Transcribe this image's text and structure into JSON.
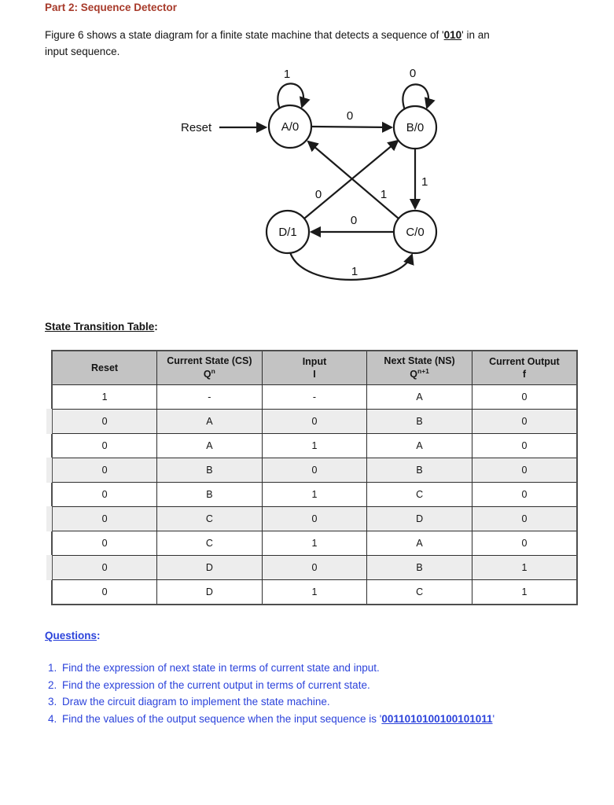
{
  "header": {
    "title": "Part 2: Sequence Detector"
  },
  "intro": {
    "line1_before": "Figure 6 shows a state diagram for a finite state machine that detects a sequence of '",
    "sequence": "010",
    "line1_after": "' in an",
    "line2": "input sequence."
  },
  "diagram": {
    "reset_label": "Reset",
    "states": {
      "a": "A/0",
      "b": "B/0",
      "c": "C/0",
      "d": "D/1"
    },
    "transitions": {
      "a_self": "1",
      "b_self": "0",
      "a_to_b": "0",
      "b_to_c": "1",
      "c_to_a": "1",
      "d_to_b": "0",
      "c_to_d": "0",
      "d_to_c": "1"
    }
  },
  "table": {
    "heading": "State Transition Table",
    "colon": ":",
    "headers": [
      {
        "top": "Reset",
        "bottom": "",
        "sup": ""
      },
      {
        "top": "Current State (CS)",
        "bottom": "Q",
        "sup": "n"
      },
      {
        "top": "Input",
        "bottom": "I",
        "sup": ""
      },
      {
        "top": "Next State (NS)",
        "bottom": "Q",
        "sup": "n+1"
      },
      {
        "top": "Current Output",
        "bottom": "f",
        "sup": ""
      }
    ],
    "rows": [
      [
        "1",
        "-",
        "-",
        "A",
        "0"
      ],
      [
        "0",
        "A",
        "0",
        "B",
        "0"
      ],
      [
        "0",
        "A",
        "1",
        "A",
        "0"
      ],
      [
        "0",
        "B",
        "0",
        "B",
        "0"
      ],
      [
        "0",
        "B",
        "1",
        "C",
        "0"
      ],
      [
        "0",
        "C",
        "0",
        "D",
        "0"
      ],
      [
        "0",
        "C",
        "1",
        "A",
        "0"
      ],
      [
        "0",
        "D",
        "0",
        "B",
        "1"
      ],
      [
        "0",
        "D",
        "1",
        "C",
        "1"
      ]
    ]
  },
  "questions": {
    "heading": "Questions",
    "colon": ":",
    "markers": [
      "1.",
      "2.",
      "3.",
      "4."
    ],
    "items": [
      "Find the expression of next state in terms of current state and input.",
      "Find the expression of the current output in terms of current state.",
      "Draw the circuit diagram to implement the state machine."
    ],
    "q4": {
      "before": "Find the values of the output sequence when the input sequence is '",
      "sequence": "0011010100100101011",
      "after": "'"
    }
  },
  "colors": {
    "title_red": "#a73a2a",
    "question_blue": "#2c43db",
    "table_header_bg": "#c3c3c3",
    "row_alt_bg": "#ededed"
  }
}
